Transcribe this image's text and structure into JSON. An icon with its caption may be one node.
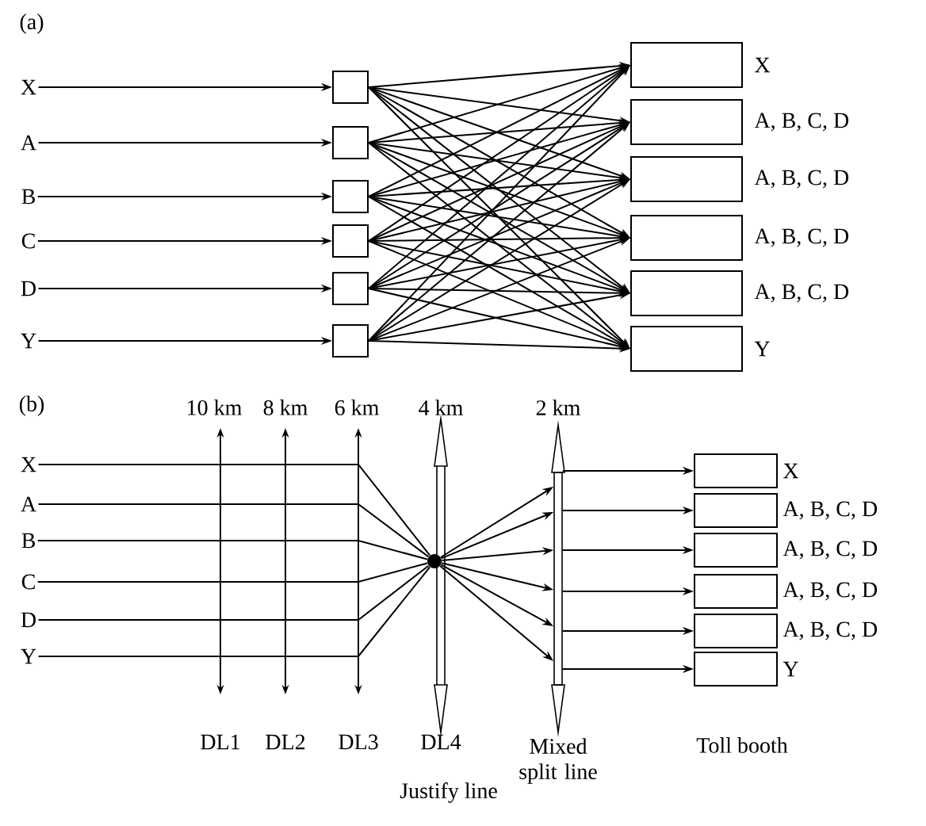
{
  "diagram": {
    "nodes": [
      {
        "text": [
          "X"
        ]
      },
      {
        "text": [
          "A"
        ]
      },
      {
        "text": [
          "B"
        ]
      },
      {
        "text": [
          "C"
        ]
      },
      {
        "text": [
          "D"
        ]
      },
      {
        "text": [
          "Y"
        ]
      },
      {
        "text": [],
        "shape": "box"
      },
      {
        "text": [],
        "shape": "box"
      },
      {
        "text": [],
        "shape": "box"
      },
      {
        "text": [],
        "shape": "box"
      },
      {
        "text": [],
        "shape": "box"
      },
      {
        "text": [],
        "shape": "box"
      },
      {
        "text": [],
        "shape": "box",
        "beside": [
          "X"
        ]
      },
      {
        "text": [],
        "shape": "box",
        "beside": [
          "A, B, C, D"
        ]
      },
      {
        "text": [],
        "shape": "box",
        "beside": [
          "A, B, C, D"
        ]
      },
      {
        "text": [],
        "shape": "box",
        "beside": [
          "A, B, C, D"
        ]
      },
      {
        "text": [],
        "shape": "box",
        "beside": [
          "A, B, C, D"
        ]
      },
      {
        "text": [],
        "shape": "box",
        "beside": [
          "Y"
        ]
      },
      {
        "text": [
          "X"
        ]
      },
      {
        "text": [
          "A"
        ]
      },
      {
        "text": [
          "B"
        ]
      },
      {
        "text": [
          "C"
        ]
      },
      {
        "text": [
          "D"
        ]
      },
      {
        "text": [
          "Y"
        ]
      },
      {
        "text": [],
        "shape": "circle"
      },
      {
        "text": [],
        "shape": "bar"
      },
      {
        "text": [],
        "shape": "box",
        "beside": [
          "X"
        ]
      },
      {
        "text": [],
        "shape": "box",
        "beside": [
          "A, B, C, D"
        ]
      },
      {
        "text": [],
        "shape": "box",
        "beside": [
          "A, B, C, D"
        ]
      },
      {
        "text": [],
        "shape": "box",
        "beside": [
          "A, B, C, D"
        ]
      },
      {
        "text": [],
        "shape": "box",
        "beside": [
          "A, B, C, D"
        ]
      },
      {
        "text": [],
        "shape": "box",
        "beside": [
          "Y"
        ]
      }
    ],
    "edges": [
      {
        "from": 0,
        "to": 6,
        "arrow": "to"
      },
      {
        "from": 1,
        "to": 7,
        "arrow": "to"
      },
      {
        "from": 2,
        "to": 8,
        "arrow": "to"
      },
      {
        "from": 3,
        "to": 9,
        "arrow": "to"
      },
      {
        "from": 4,
        "to": 10,
        "arrow": "to"
      },
      {
        "from": 5,
        "to": 11,
        "arrow": "to"
      },
      {
        "from": 6,
        "to": 12,
        "arrow": "to"
      },
      {
        "from": 6,
        "to": 13,
        "arrow": "to"
      },
      {
        "from": 6,
        "to": 14,
        "arrow": "to"
      },
      {
        "from": 6,
        "to": 15,
        "arrow": "to"
      },
      {
        "from": 6,
        "to": 16,
        "arrow": "to"
      },
      {
        "from": 6,
        "to": 17,
        "arrow": "to"
      },
      {
        "from": 7,
        "to": 12,
        "arrow": "to"
      },
      {
        "from": 7,
        "to": 13,
        "arrow": "to"
      },
      {
        "from": 7,
        "to": 14,
        "arrow": "to"
      },
      {
        "from": 7,
        "to": 15,
        "arrow": "to"
      },
      {
        "from": 7,
        "to": 16,
        "arrow": "to"
      },
      {
        "from": 7,
        "to": 17,
        "arrow": "to"
      },
      {
        "from": 8,
        "to": 12,
        "arrow": "to"
      },
      {
        "from": 8,
        "to": 13,
        "arrow": "to"
      },
      {
        "from": 8,
        "to": 14,
        "arrow": "to"
      },
      {
        "from": 8,
        "to": 15,
        "arrow": "to"
      },
      {
        "from": 8,
        "to": 16,
        "arrow": "to"
      },
      {
        "from": 8,
        "to": 17,
        "arrow": "to"
      },
      {
        "from": 9,
        "to": 12,
        "arrow": "to"
      },
      {
        "from": 9,
        "to": 13,
        "arrow": "to"
      },
      {
        "from": 9,
        "to": 14,
        "arrow": "to"
      },
      {
        "from": 9,
        "to": 15,
        "arrow": "to"
      },
      {
        "from": 9,
        "to": 16,
        "arrow": "to"
      },
      {
        "from": 9,
        "to": 17,
        "arrow": "to"
      },
      {
        "from": 10,
        "to": 12,
        "arrow": "to"
      },
      {
        "from": 10,
        "to": 13,
        "arrow": "to"
      },
      {
        "from": 10,
        "to": 14,
        "arrow": "to"
      },
      {
        "from": 10,
        "to": 15,
        "arrow": "to"
      },
      {
        "from": 10,
        "to": 16,
        "arrow": "to"
      },
      {
        "from": 10,
        "to": 17,
        "arrow": "to"
      },
      {
        "from": 11,
        "to": 12,
        "arrow": "to"
      },
      {
        "from": 11,
        "to": 13,
        "arrow": "to"
      },
      {
        "from": 11,
        "to": 14,
        "arrow": "to"
      },
      {
        "from": 11,
        "to": 15,
        "arrow": "to"
      },
      {
        "from": 11,
        "to": 16,
        "arrow": "to"
      },
      {
        "from": 11,
        "to": 17,
        "arrow": "to"
      },
      {
        "from": 18,
        "to": 24,
        "arrow": "none"
      },
      {
        "from": 19,
        "to": 24,
        "arrow": "none"
      },
      {
        "from": 20,
        "to": 24,
        "arrow": "none"
      },
      {
        "from": 21,
        "to": 24,
        "arrow": "none"
      },
      {
        "from": 22,
        "to": 24,
        "arrow": "none"
      },
      {
        "from": 23,
        "to": 24,
        "arrow": "none"
      },
      {
        "from": 24,
        "to": 25,
        "arrow": "to"
      },
      {
        "from": 24,
        "to": 25,
        "arrow": "to"
      },
      {
        "from": 24,
        "to": 25,
        "arrow": "to"
      },
      {
        "from": 24,
        "to": 25,
        "arrow": "to"
      },
      {
        "from": 24,
        "to": 25,
        "arrow": "to"
      },
      {
        "from": 24,
        "to": 25,
        "arrow": "to"
      },
      {
        "from": 25,
        "to": 26,
        "arrow": "to"
      },
      {
        "from": 25,
        "to": 27,
        "arrow": "to"
      },
      {
        "from": 25,
        "to": 28,
        "arrow": "to"
      },
      {
        "from": 25,
        "to": 29,
        "arrow": "to"
      },
      {
        "from": 25,
        "to": 30,
        "arrow": "to"
      },
      {
        "from": 25,
        "to": 31,
        "arrow": "to"
      }
    ],
    "labels": [
      "(a)",
      "(b)",
      "10 km",
      "8 km",
      "6 km",
      "4 km",
      "2 km",
      "DL1",
      "DL2",
      "DL3",
      "DL4",
      "Mixed split line",
      "Toll booth",
      "Justify line"
    ]
  }
}
